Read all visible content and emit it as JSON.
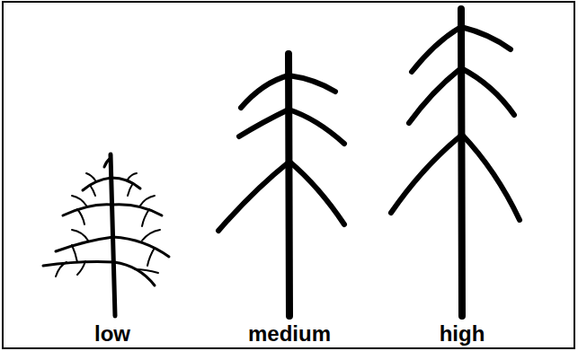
{
  "diagram": {
    "labels": [
      "low",
      "medium",
      "high"
    ]
  }
}
